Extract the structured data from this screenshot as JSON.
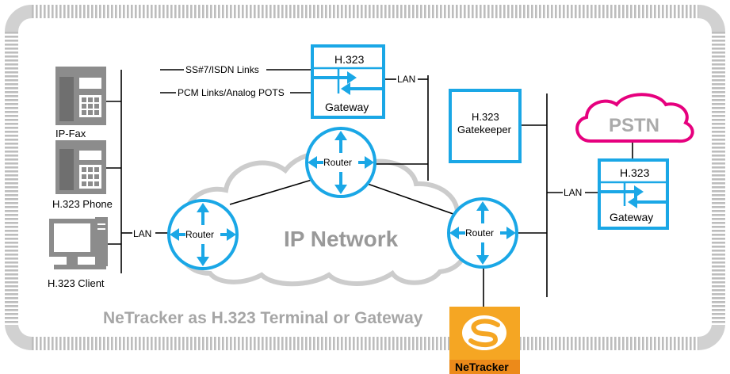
{
  "colors": {
    "accent": "#1aa7e6",
    "pstn": "#e6007e",
    "cloud_stroke": "#cccccc",
    "cloud_text": "#999999",
    "border": "#bdbdbd",
    "device_gray": "#8c8c8c",
    "lines": "#000000",
    "netracker_orange": "#f5a623",
    "netracker_dark": "#ec8a1a"
  },
  "terminals": {
    "fax_label": "IP-Fax",
    "phone_label": "H.323 Phone",
    "client_label": "H.323 Client"
  },
  "gateway_top": {
    "title": "H.323",
    "label": "Gateway",
    "link1": "SS#7/ISDN Links",
    "link2": "PCM Links/Analog POTS",
    "lan_label": "LAN"
  },
  "gatekeeper": {
    "line1": "H.323",
    "line2": "Gatekeeper"
  },
  "pstn": {
    "label": "PSTN"
  },
  "gateway_right": {
    "title": "H.323",
    "label": "Gateway",
    "lan_label": "LAN"
  },
  "routers": {
    "left": "Router",
    "center": "Router",
    "right": "Router"
  },
  "left_lan_label": "LAN",
  "cloud": {
    "label": "IP Network"
  },
  "caption": "NeTracker as H.323 Terminal or Gateway",
  "netracker": {
    "label": "NeTracker"
  }
}
